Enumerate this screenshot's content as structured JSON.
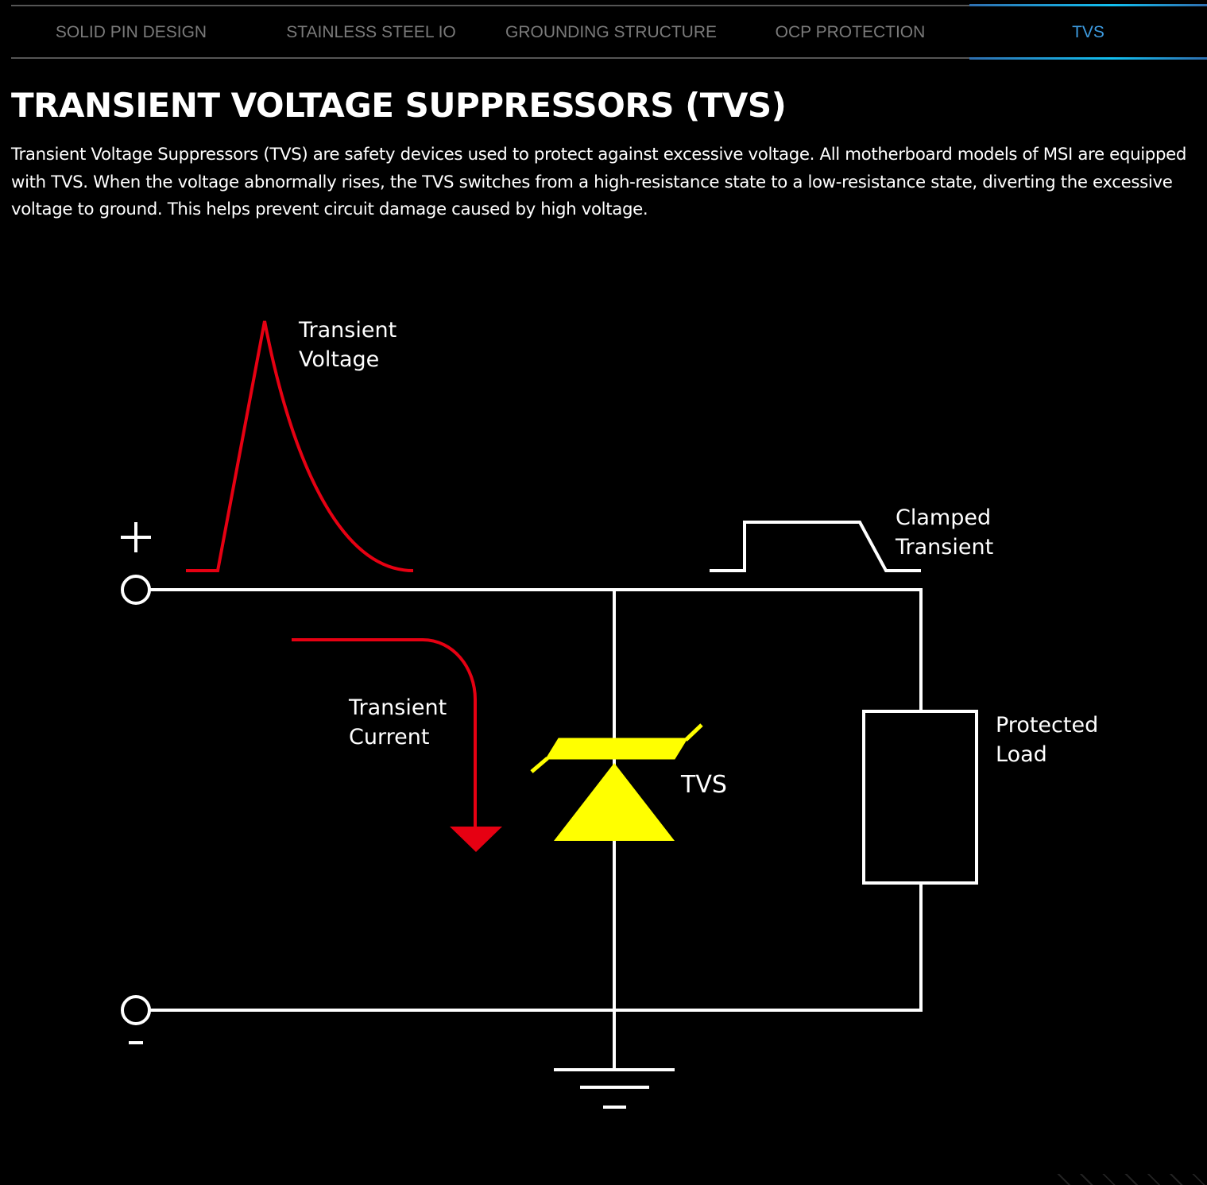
{
  "tabs": [
    {
      "label": "SOLID PIN DESIGN",
      "active": false
    },
    {
      "label": "STAINLESS STEEL IO",
      "active": false
    },
    {
      "label": "GROUNDING STRUCTURE",
      "active": false
    },
    {
      "label": "OCP PROTECTION",
      "active": false
    },
    {
      "label": "TVS",
      "active": true
    }
  ],
  "title": "TRANSIENT VOLTAGE SUPPRESSORS (TVS)",
  "description": "Transient Voltage Suppressors (TVS) are safety devices used to protect against excessive voltage. All motherboard models of MSI are equipped with TVS. When the voltage abnormally rises, the TVS switches from a high-resistance state to a low-resistance state, diverting the excessive voltage to ground. This helps prevent circuit damage caused by high voltage.",
  "diagram": {
    "transient_voltage": [
      "Transient",
      "Voltage"
    ],
    "clamped_transient": [
      "Clamped",
      "Transient"
    ],
    "transient_current": [
      "Transient",
      "Current"
    ],
    "tvs": "TVS",
    "protected_load": [
      "Protected",
      "Load"
    ],
    "colors": {
      "red": "#e60012",
      "yellow": "#ffff00",
      "wire": "#ffffff",
      "accent": "#3d9be0"
    }
  }
}
